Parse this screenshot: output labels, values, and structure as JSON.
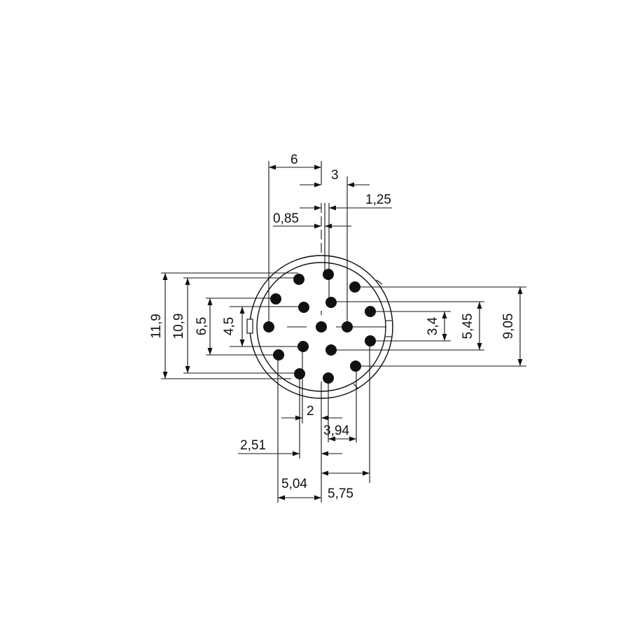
{
  "dimensions": {
    "top_6": "6",
    "top_3": "3",
    "top_1_25": "1,25",
    "top_0_85": "0,85",
    "left_11_9": "11,9",
    "left_10_9": "10,9",
    "left_6_5": "6,5",
    "left_4_5": "4,5",
    "right_3_4": "3,4",
    "right_5_45": "5,45",
    "right_9_05": "9,05",
    "bottom_2": "2",
    "bottom_3_94": "3,94",
    "bottom_2_51": "2,51",
    "bottom_5_04": "5,04",
    "bottom_5_75": "5,75"
  },
  "pin_count": 17
}
